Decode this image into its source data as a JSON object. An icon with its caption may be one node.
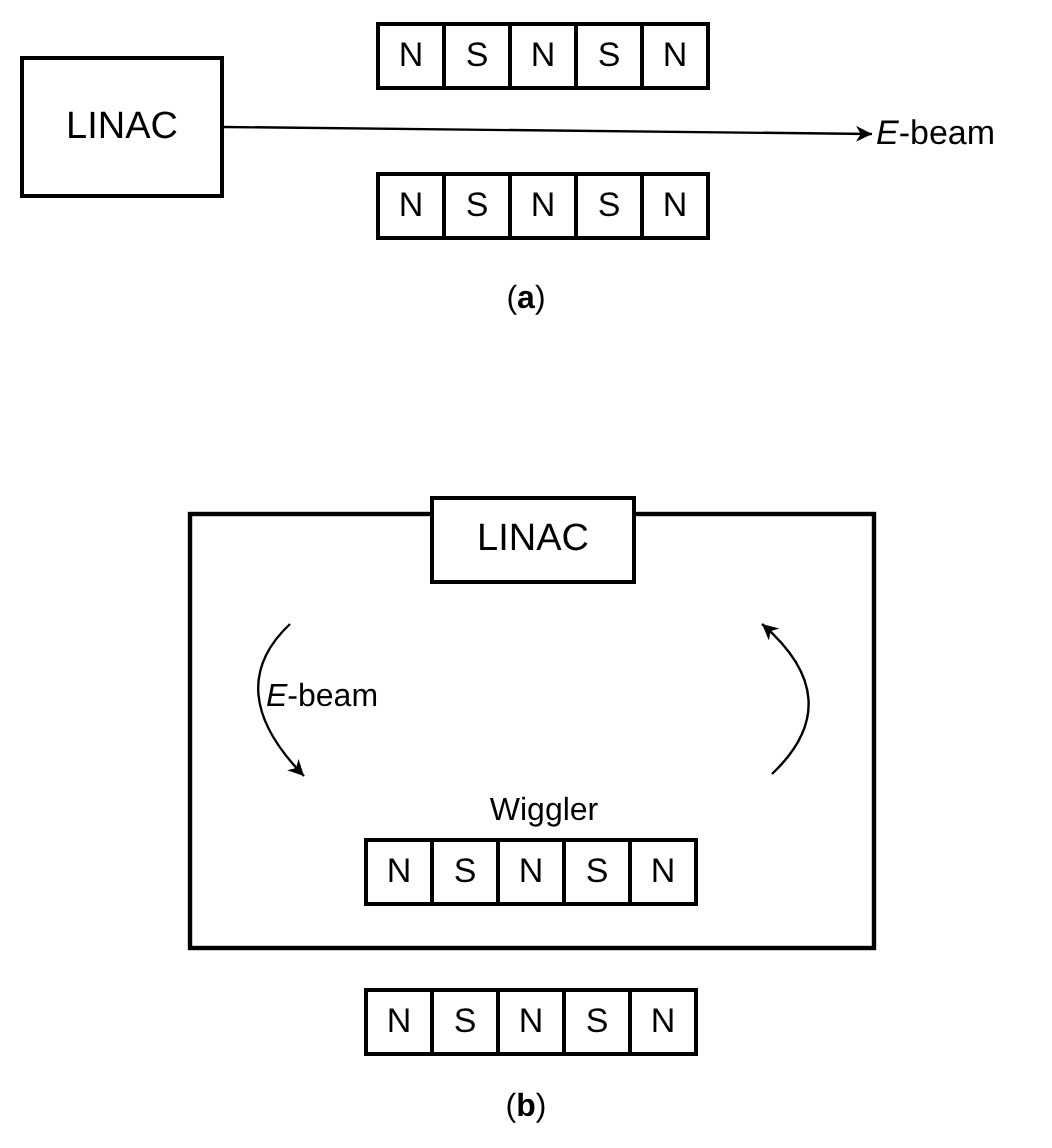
{
  "diagram": {
    "nodes": [
      {
        "text": [
          "LINAC"
        ]
      },
      {
        "text": [
          "*E*-beam"
        ]
      },
      {
        "text": [
          "N"
        ]
      },
      {
        "text": [
          "S"
        ]
      },
      {
        "text": [
          "N"
        ]
      },
      {
        "text": [
          "S"
        ]
      },
      {
        "text": [
          "N"
        ]
      },
      {
        "text": [
          "N"
        ]
      },
      {
        "text": [
          "S"
        ]
      },
      {
        "text": [
          "N"
        ]
      },
      {
        "text": [
          "S"
        ]
      },
      {
        "text": [
          "N"
        ]
      },
      {
        "text": [
          "LINAC"
        ]
      },
      {
        "text": [
          "N"
        ]
      },
      {
        "text": [
          "S"
        ]
      },
      {
        "text": [
          "N"
        ]
      },
      {
        "text": [
          "S"
        ]
      },
      {
        "text": [
          "N"
        ]
      },
      {
        "text": [
          "N"
        ]
      },
      {
        "text": [
          "S"
        ]
      },
      {
        "text": [
          "N"
        ]
      },
      {
        "text": [
          "S"
        ]
      },
      {
        "text": [
          "N"
        ]
      }
    ],
    "edges": [
      {
        "from": 0,
        "to": 1,
        "arrow": "to"
      }
    ],
    "labels": [
      "(**a**)",
      "*E*-beam",
      "Wiggler",
      "(**b**)"
    ]
  }
}
